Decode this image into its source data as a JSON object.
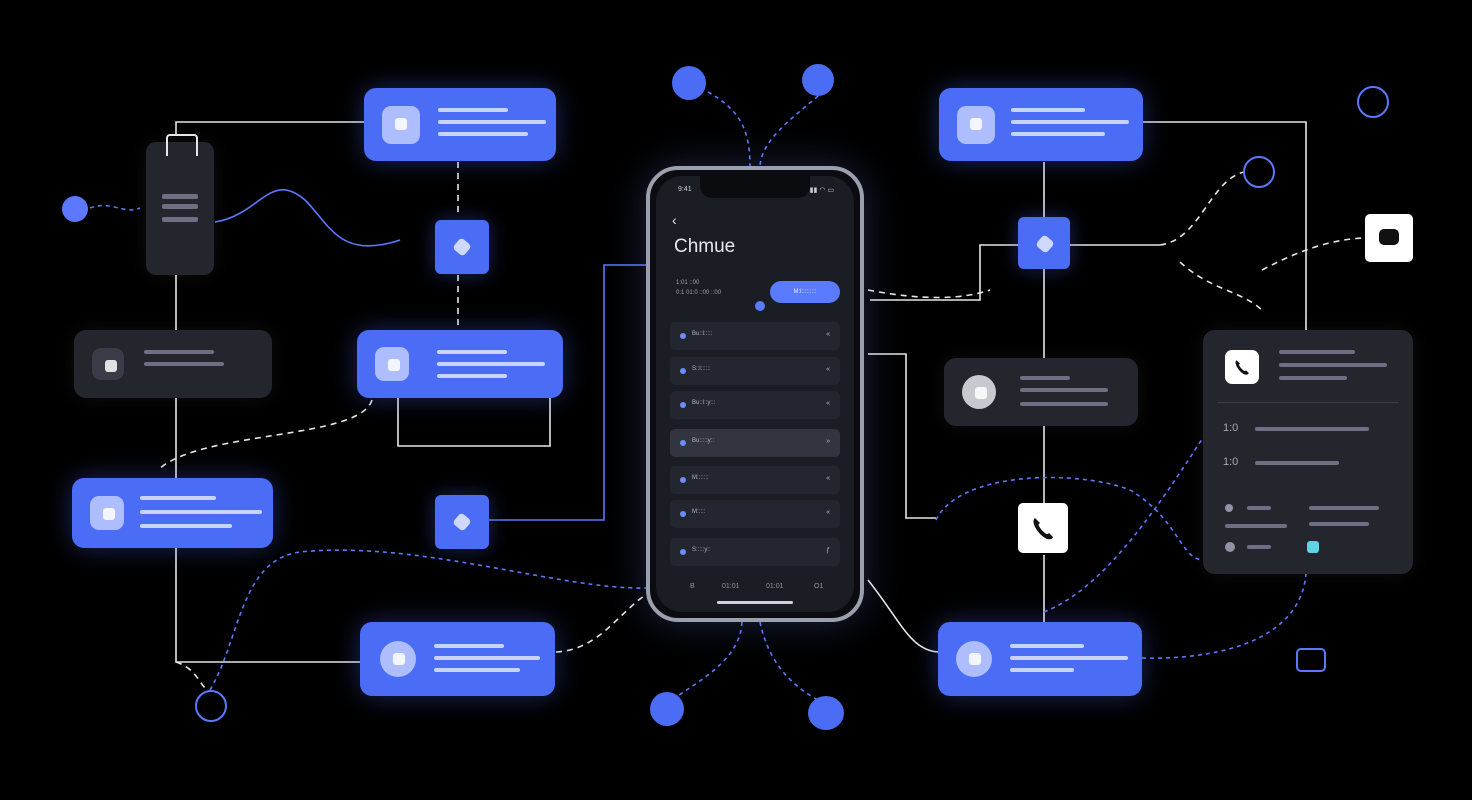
{
  "phone": {
    "status_left": "9:41",
    "title": "Chmue",
    "info_line_1": "1:01 ::00",
    "info_line_2": "0:1 01:0 ::00 ::00",
    "button_label": "M:l:::::::::",
    "list": [
      {
        "label": "Bu::l:::::",
        "glyph": "«"
      },
      {
        "label": "S::l::::::",
        "glyph": "«"
      },
      {
        "label": "Bu::l::y:::",
        "glyph": "«"
      },
      {
        "label": "Bu:::::y::",
        "glyph": "»"
      },
      {
        "label": "M:::::::",
        "glyph": "«"
      },
      {
        "label": "M:::::",
        "glyph": "«"
      },
      {
        "label": "S:::::y::",
        "glyph": "ƒ"
      }
    ],
    "tabs": [
      "B",
      "01:01",
      "01:01",
      "O1"
    ]
  },
  "right_panel": {
    "value_1": "1:0",
    "value_2": "1:0"
  },
  "colors": {
    "accent": "#4b6cf5",
    "card_dark": "#24262e",
    "wire_white": "#e6e6e6",
    "wire_blue": "#5b78ff"
  }
}
